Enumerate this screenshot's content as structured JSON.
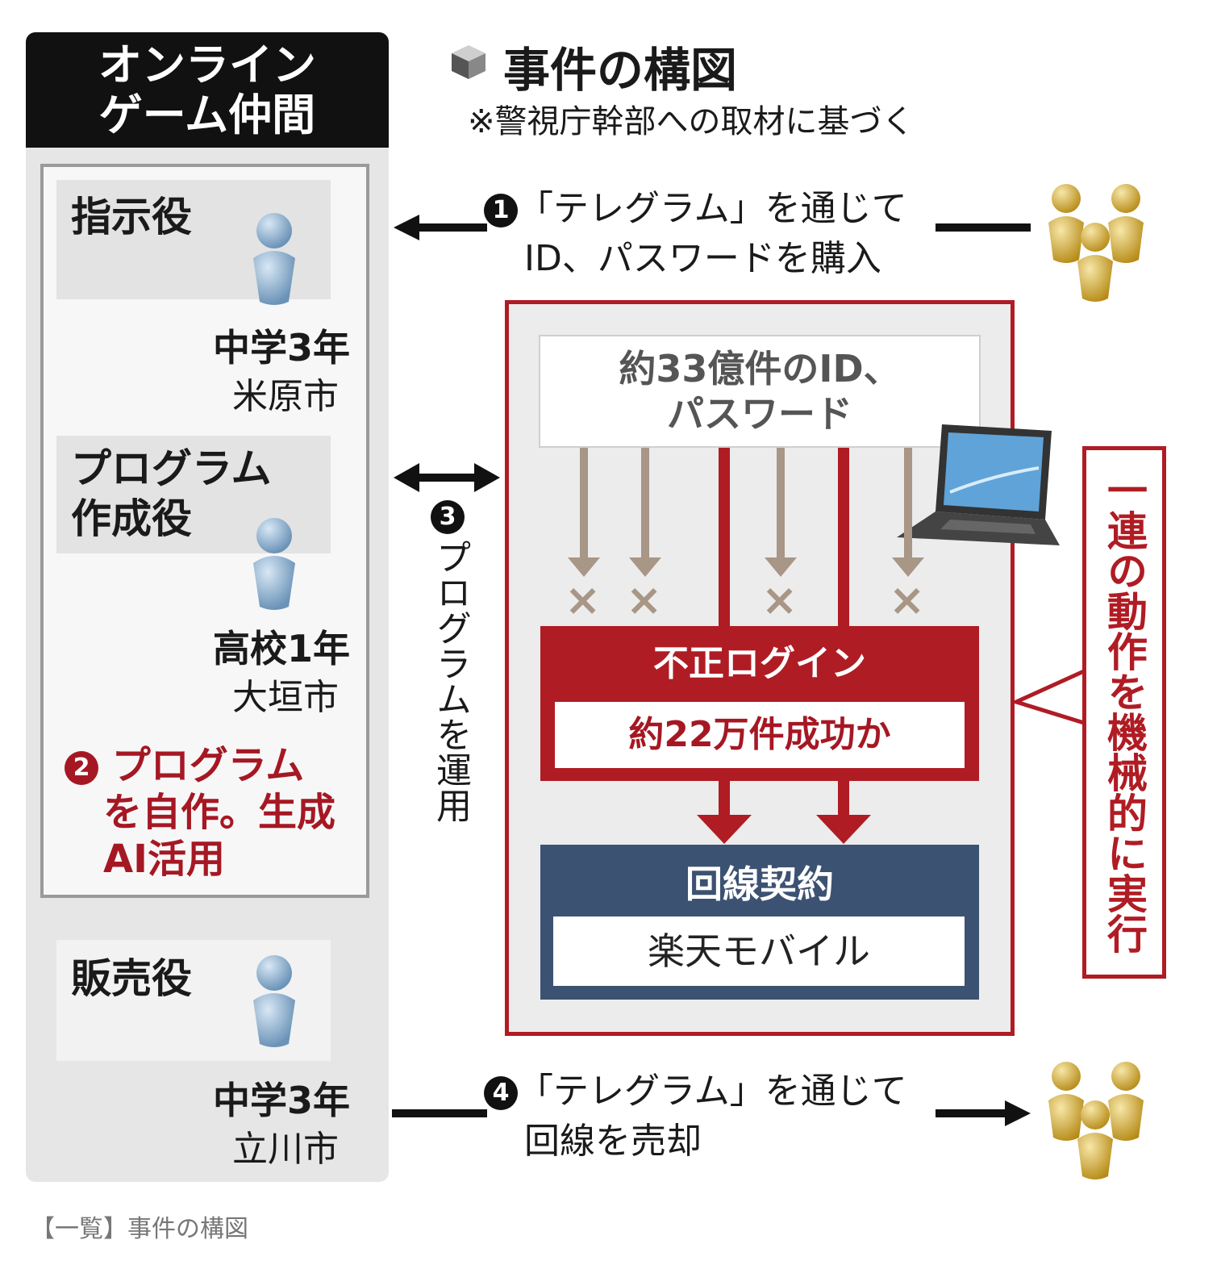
{
  "title": "事件の構図",
  "subtitle": "※警視庁幹部への取材に基づく",
  "group": {
    "header_line1": "オンライン",
    "header_line2": "ゲーム仲間",
    "roles": [
      {
        "label": "指示役",
        "grade": "中学3年",
        "city": "米原市"
      },
      {
        "label_line1": "プログラム",
        "label_line2": "作成役",
        "grade": "高校1年",
        "city": "大垣市"
      },
      {
        "label": "販売役",
        "grade": "中学3年",
        "city": "立川市"
      }
    ],
    "note2_line1": "プログラム",
    "note2_line2": "を自作。生成",
    "note2_line3": "AI活用"
  },
  "steps": {
    "s1_num": "1",
    "s1_line1": "「テレグラム」を通じて",
    "s1_line2": "ID、パスワードを購入",
    "s2_num": "2",
    "s3_num": "3",
    "s3_text": "プログラムを運用",
    "s4_num": "4",
    "s4_line1": "「テレグラム」を通じて",
    "s4_line2": "回線を売却"
  },
  "flow": {
    "db_line1": "約33億件のID、",
    "db_line2": "パスワード",
    "fail_mark": "×",
    "login_title": "不正ログイン",
    "login_result": "約22万件成功か",
    "contract_title": "回線契約",
    "contract_carrier": "楽天モバイル",
    "auto_note": "一連の動作を機械的に実行"
  },
  "caption": "【一覧】事件の構図",
  "colors": {
    "accent_red": "#b01c24",
    "navy": "#3c5272",
    "person_blue": "#7fa6c8",
    "buyer_gold": "#c9a22a"
  }
}
